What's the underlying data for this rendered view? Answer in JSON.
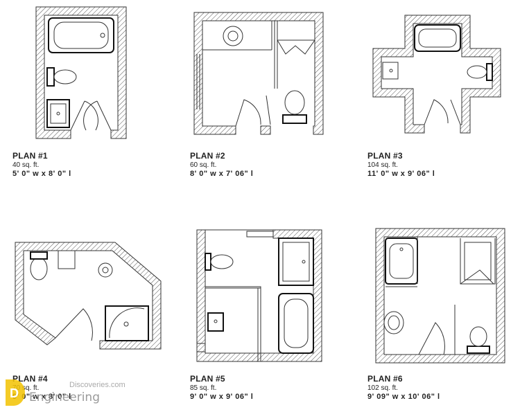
{
  "plans": [
    {
      "title": "PLAN #1",
      "area": "40  sq. ft.",
      "dims": "5' 0\"  w x 8' 0\"  l"
    },
    {
      "title": "PLAN #2",
      "area": "60  sq. ft.",
      "dims": "8' 0\"  w x 7' 06\"  l"
    },
    {
      "title": "PLAN #3",
      "area": "104  sq. ft.",
      "dims": "11' 0\"  w x 9' 06\"  l"
    },
    {
      "title": "PLAN #4",
      "area": "70 sq. ft.",
      "dims": "9' 0\"  w x 8' 0\"  l"
    },
    {
      "title": "PLAN #5",
      "area": "85  sq. ft.",
      "dims": "9' 0\"  w x 9' 06\"  l"
    },
    {
      "title": "PLAN #6",
      "area": "102  sq. ft.",
      "dims": "9' 09\"  w x 10' 06\"  l"
    }
  ],
  "watermark": {
    "site": "Discoveries.com",
    "brand": "Engineering",
    "logo_letter": "D"
  },
  "colors": {
    "line": "#333333",
    "watermark": "#9a9a9a",
    "logo": "#f2c200"
  }
}
